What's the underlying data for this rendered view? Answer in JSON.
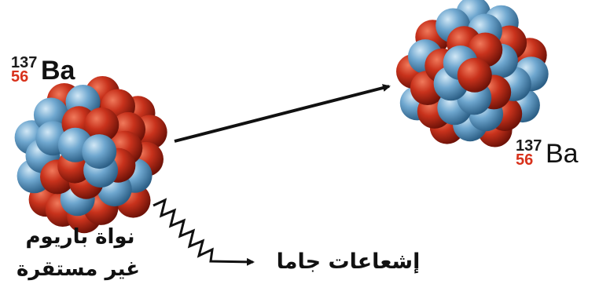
{
  "unstable_nucleus": {
    "mass_number": "137",
    "atomic_number": "56",
    "symbol": "Ba",
    "caption_line1": "نواة باريوم",
    "caption_line2": "غير مستقرة"
  },
  "stable_nucleus": {
    "mass_number": "137",
    "atomic_number": "56",
    "symbol": "Ba"
  },
  "gamma_label": "إشعاعات جاما",
  "colors": {
    "proton": "#c8321c",
    "neutron": "#6fa7cf",
    "arrow": "#111111",
    "atomic_number": "#d8311b"
  }
}
